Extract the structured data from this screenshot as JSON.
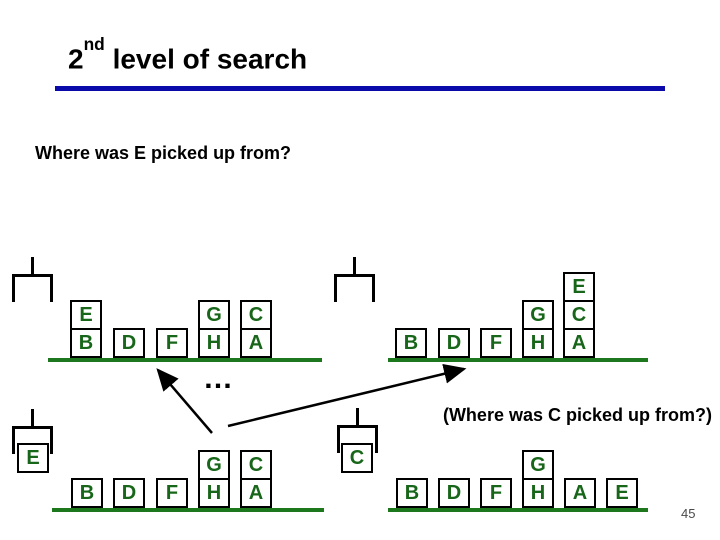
{
  "title": {
    "number": "2",
    "ordinal": "nd",
    "rest": " level of search"
  },
  "question": "Where was E picked up from?",
  "ellipsis": "…",
  "sub_question": "(Where was C picked up from?)",
  "page_number": "45",
  "colors": {
    "title_underline_blue": "#0a0aaa",
    "block_letter_green": "#176619",
    "ground_green": "#1d771d",
    "arrow_black": "#000000"
  },
  "states": {
    "top_left": {
      "held": null,
      "stacks": [
        {
          "letters": [
            "B",
            "E"
          ]
        },
        {
          "letters": [
            "D"
          ]
        },
        {
          "letters": [
            "F"
          ]
        },
        {
          "letters": [
            "H",
            "G"
          ]
        },
        {
          "letters": [
            "A",
            "C"
          ]
        }
      ]
    },
    "top_right": {
      "held": null,
      "stacks": [
        {
          "letters": [
            "B"
          ]
        },
        {
          "letters": [
            "D"
          ]
        },
        {
          "letters": [
            "F"
          ]
        },
        {
          "letters": [
            "H",
            "G"
          ]
        },
        {
          "letters": [
            "A",
            "C",
            "E"
          ]
        }
      ]
    },
    "bottom_left": {
      "held": "E",
      "stacks": [
        {
          "letters": [
            "B"
          ]
        },
        {
          "letters": [
            "D"
          ]
        },
        {
          "letters": [
            "F"
          ]
        },
        {
          "letters": [
            "H",
            "G"
          ]
        },
        {
          "letters": [
            "A",
            "C"
          ]
        }
      ]
    },
    "bottom_right": {
      "held": "C",
      "stacks": [
        {
          "letters": [
            "B"
          ]
        },
        {
          "letters": [
            "D"
          ]
        },
        {
          "letters": [
            "F"
          ]
        },
        {
          "letters": [
            "H",
            "G"
          ]
        },
        {
          "letters": [
            "A"
          ]
        },
        {
          "letters": [
            "E"
          ]
        }
      ]
    }
  }
}
